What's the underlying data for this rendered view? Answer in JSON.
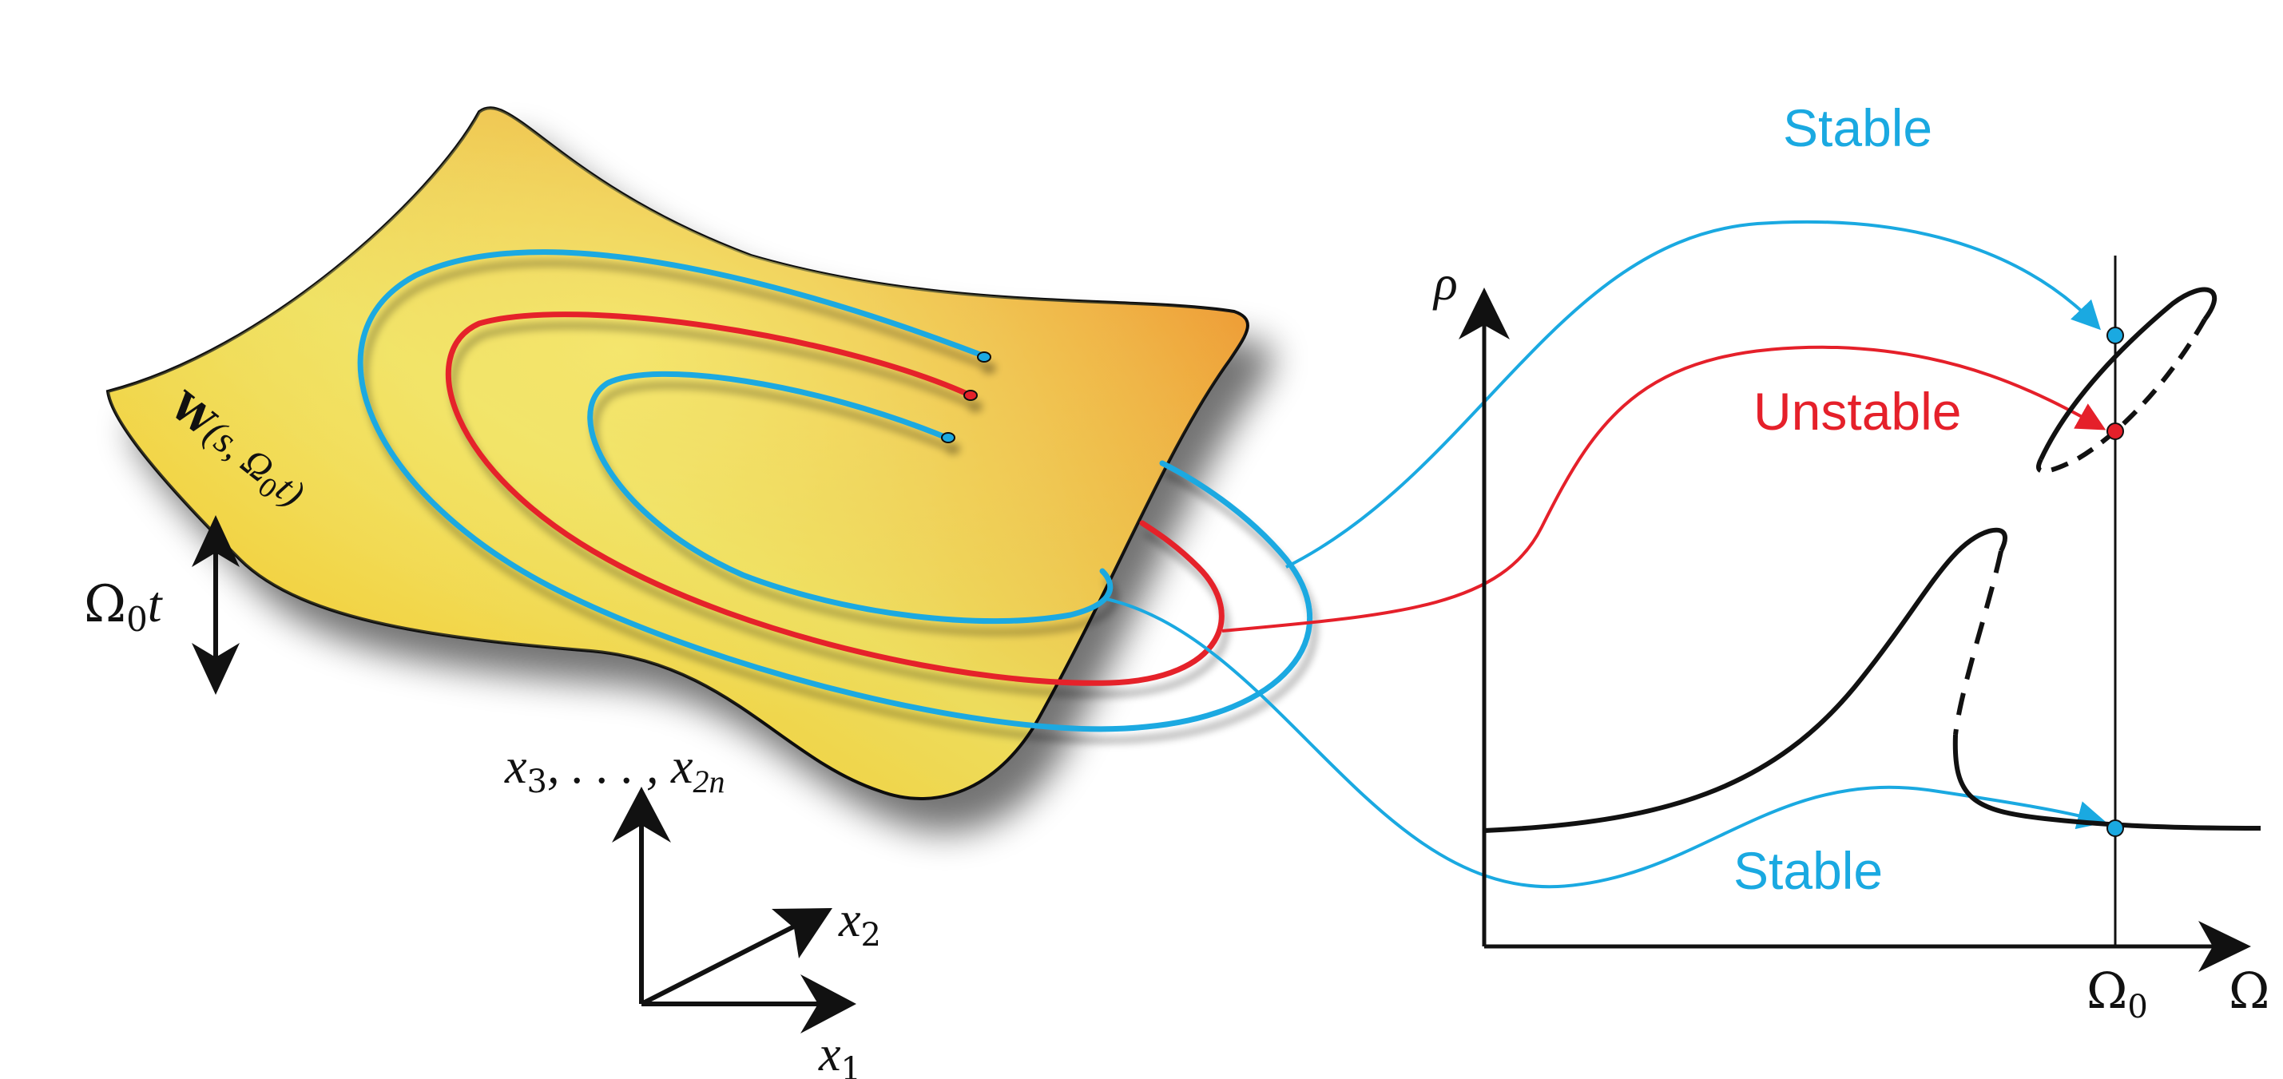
{
  "surface": {
    "label_main": "W",
    "label_args": "(s, Ω",
    "label_sub": "0",
    "label_tail": "t)"
  },
  "time_axis": {
    "label": "Ω",
    "label_sub": "0",
    "label_tail": "t"
  },
  "coord_axes": {
    "x3_label": "x",
    "x3_sub": "3",
    "x3_mid": ", . . . , x",
    "x2n_sub": "2n",
    "x2_label": "x",
    "x2_sub": "2",
    "x1_label": "x",
    "x1_sub": "1"
  },
  "plot": {
    "y_label": "ρ",
    "x_label": "Ω",
    "omega0_label": "Ω",
    "omega0_sub": "0"
  },
  "annotations": {
    "stable_top": "Stable",
    "unstable": "Unstable",
    "stable_bottom": "Stable"
  },
  "colors": {
    "stable": "#1aa9e1",
    "unstable": "#e5202a",
    "axis": "#111111",
    "surface_light": "#f4e45a",
    "surface_mid": "#f5c72a",
    "surface_dark": "#ef8a2c"
  }
}
